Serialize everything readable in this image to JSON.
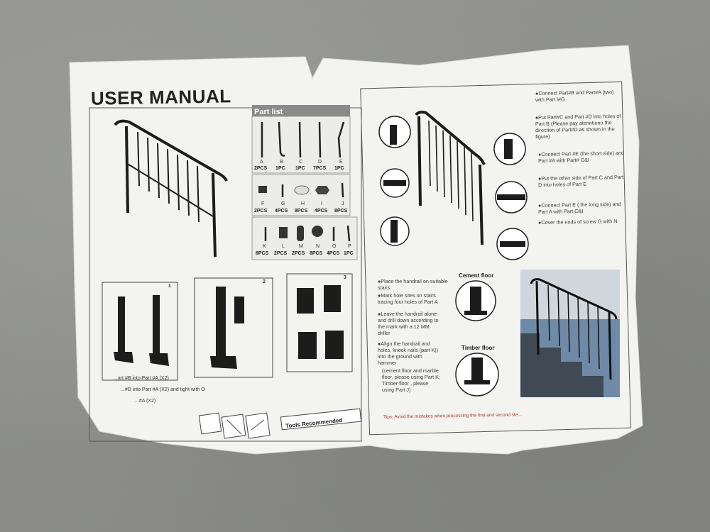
{
  "manual": {
    "title": "USER MANUAL",
    "part_list": {
      "header": "Part list",
      "row1": {
        "letters": [
          "A",
          "B",
          "C",
          "D",
          "E"
        ],
        "qty": [
          "2PCS",
          "1PC",
          "1PC",
          "7PCS",
          "1PC"
        ]
      },
      "row2": {
        "letters": [
          "F",
          "G",
          "H",
          "I",
          "J"
        ],
        "qty": [
          "2PCS",
          "4PCS",
          "8PCS",
          "4PCS",
          "8PCS"
        ]
      },
      "row3": {
        "letters": [
          "K",
          "L",
          "M",
          "N",
          "O",
          "P"
        ],
        "qty": [
          "8PCS",
          "2PCS",
          "2PCS",
          "8PCS",
          "4PCS",
          "1PC"
        ]
      }
    },
    "step_numbers": [
      "1",
      "2",
      "3"
    ],
    "left_bottom_lines": [
      "...art #B into Part #A (X2)",
      "...#D into Part #A (X2) and tight with O",
      "...#A (X2)"
    ],
    "tools": "Tools Recommended",
    "right_instructions": [
      "●Connect Part#B and Part#A (two) with Part I#G",
      "●Put Part#C and Part #D into holes of Part B (Please pay atenntiono the direction of Part#D as shown in the figure)",
      "●Connect Part #E (the short side) and Part #A with Part# G&I",
      "●Put the other side of Part C and Part D into holes of Part E",
      "●Connect Part E ( the long side) and Part A with Part G&I",
      "●Cover the ends of screw G with N"
    ],
    "install_steps": [
      "●Place the handrail on suitable stairs",
      "●Mark hole sites on stairs tracing four holes of Part A",
      "●Leave the handrail alone and drill down according to the mark with a 12 MM driller",
      "●Align the handrail and holes, knock nails (part K)) into the ground with hammer",
      "(cement floor and marble floor, please using Part K; Timber floor , please using Part J)"
    ],
    "cement_floor": "Cement floor",
    "timber_floor": "Timber floor",
    "tips": "Tips:   Avoid the mistakes   when processing the first and second ste..."
  },
  "colors": {
    "paper": "#f4f4f2",
    "part_list_header": "#8a8a8a",
    "tips": "#b03a2e",
    "floor": "#8d8e8b"
  }
}
